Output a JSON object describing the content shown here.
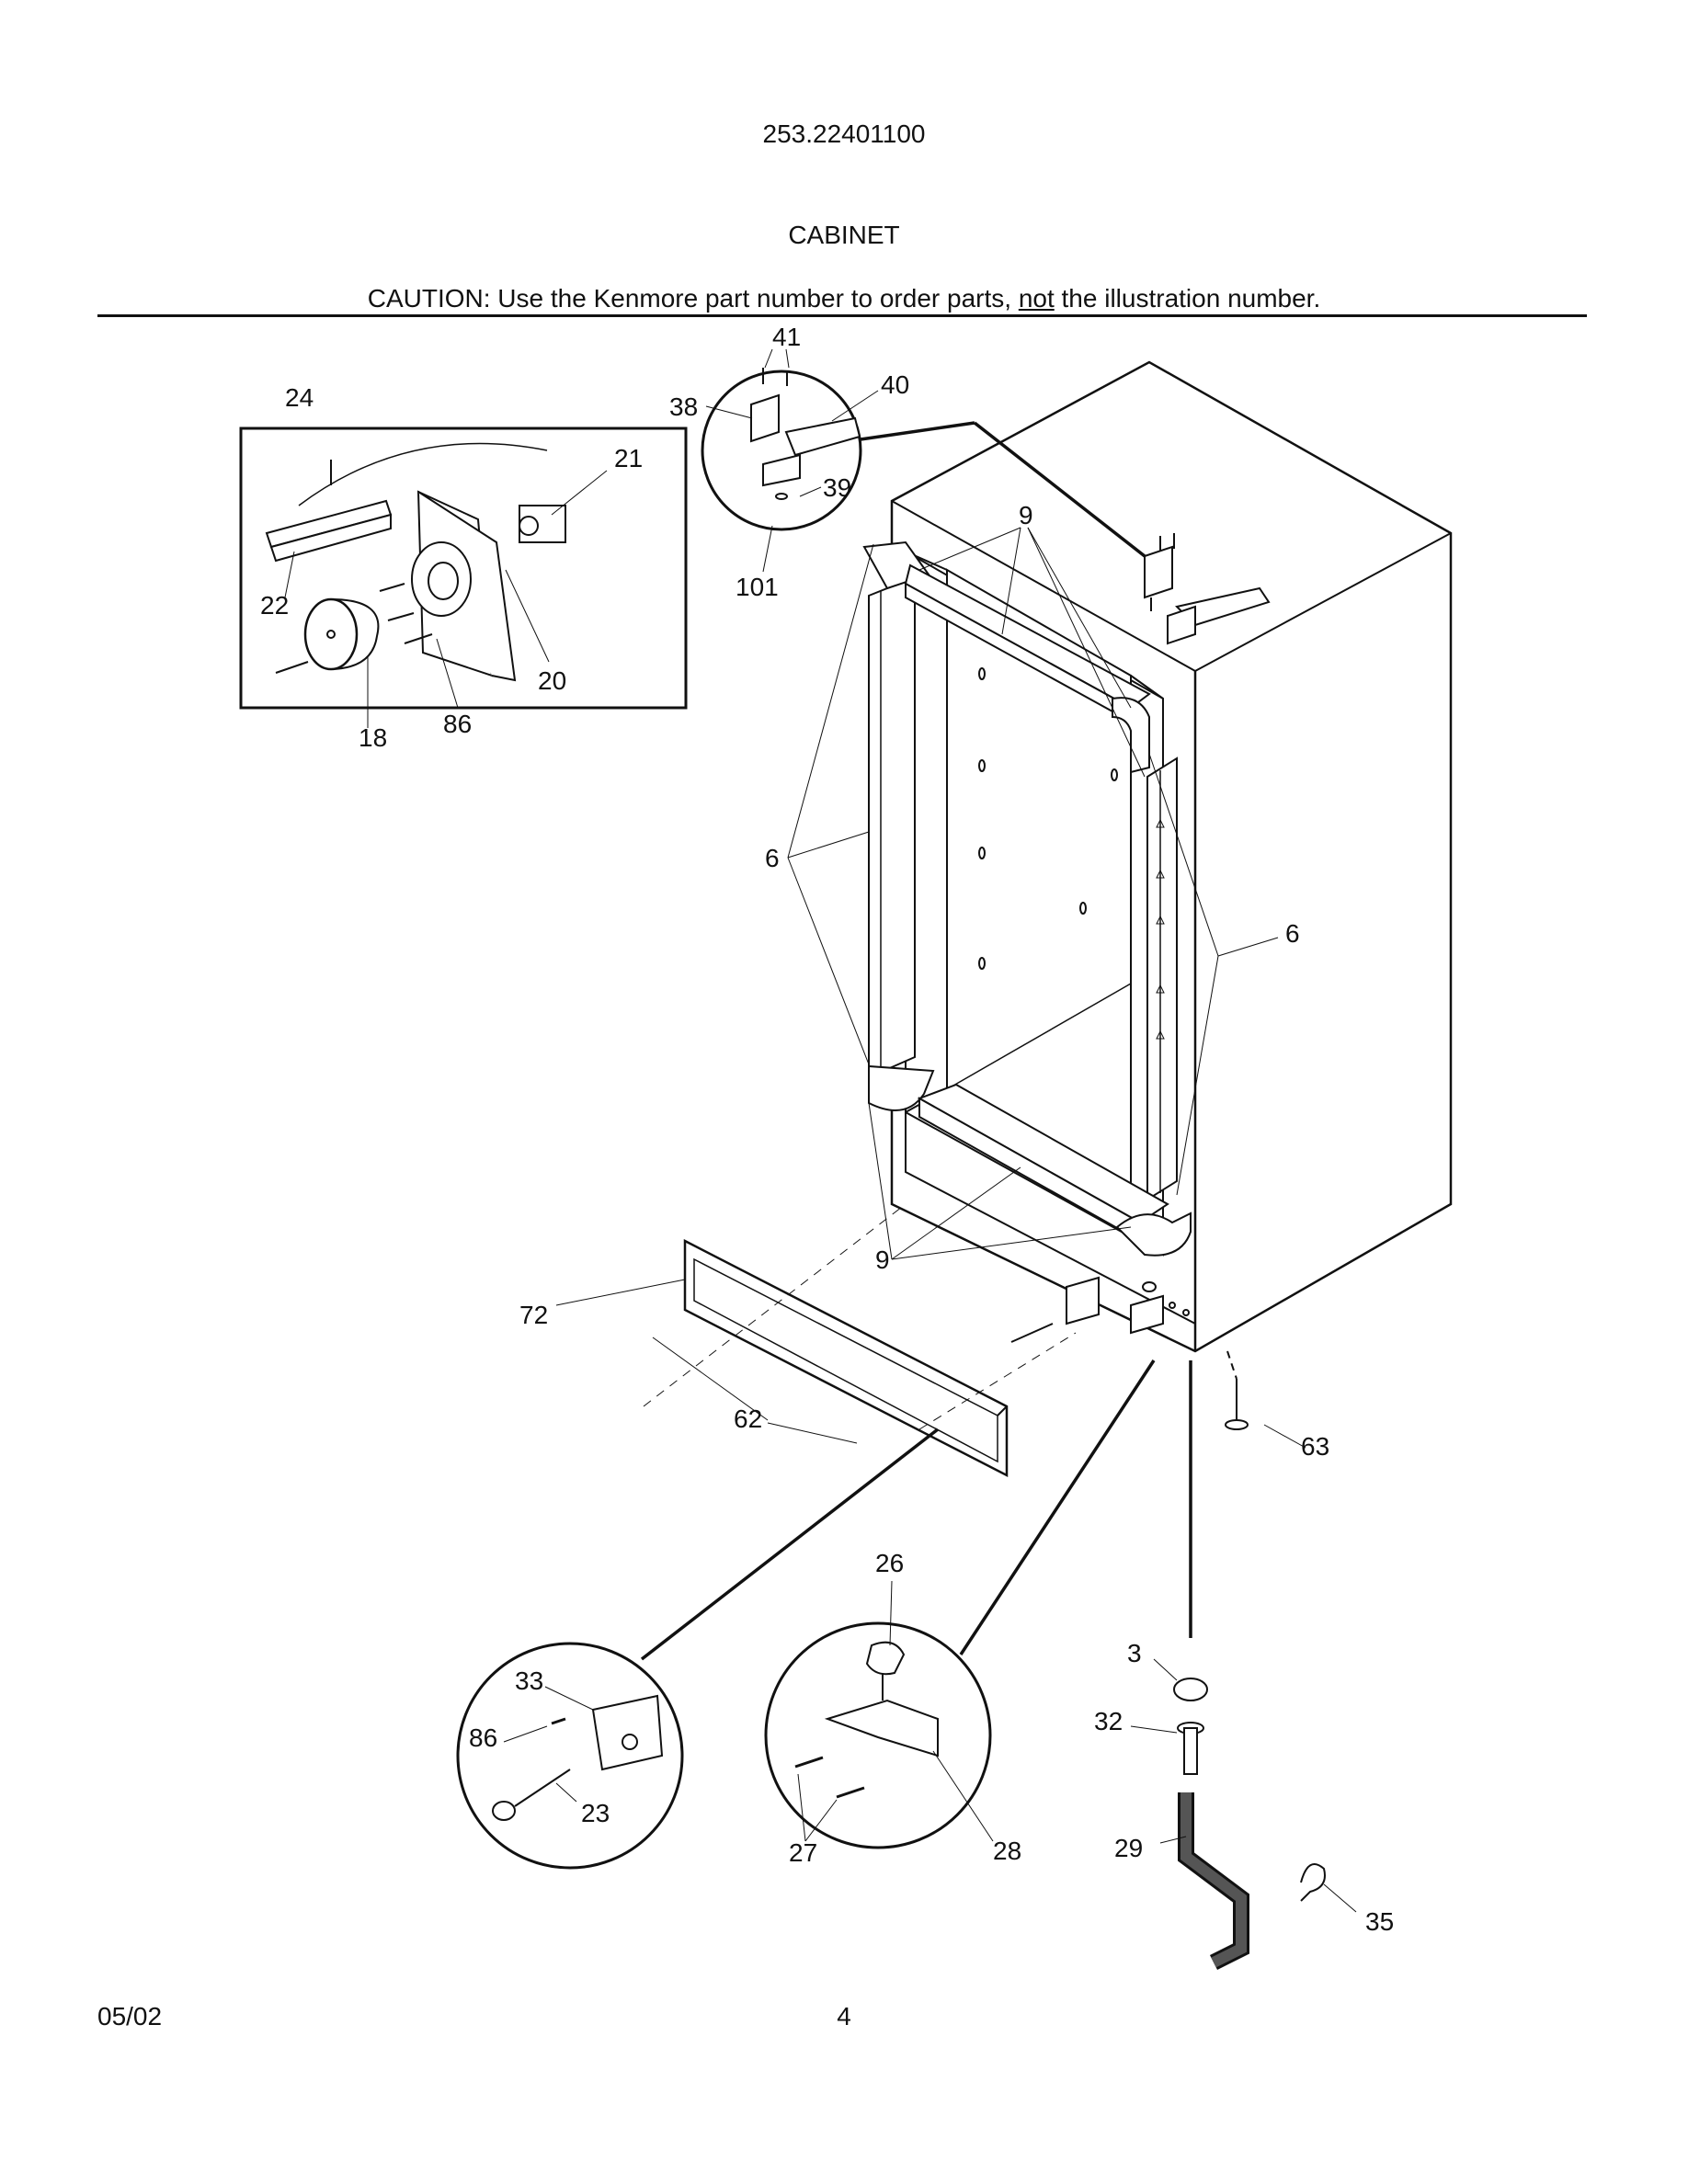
{
  "header": {
    "model_number": "253.22401100",
    "section_title": "CABINET",
    "caution_prefix": "CAUTION: Use the Kenmore part number to order parts, ",
    "caution_emphasis": "not",
    "caution_suffix": " the illustration number."
  },
  "callouts": {
    "c41": "41",
    "c40": "40",
    "c38": "38",
    "c39": "39",
    "c101": "101",
    "c24": "24",
    "c21": "21",
    "c22": "22",
    "c20": "20",
    "c18": "18",
    "c86a": "86",
    "c9a": "9",
    "c6a": "6",
    "c6b": "6",
    "c9b": "9",
    "c72": "72",
    "c62": "62",
    "c63": "63",
    "c26": "26",
    "c3": "3",
    "c32": "32",
    "c29": "29",
    "c35": "35",
    "c33": "33",
    "c86b": "86",
    "c23": "23",
    "c27": "27",
    "c28": "28"
  },
  "footer": {
    "date": "05/02",
    "page_number": "4"
  }
}
